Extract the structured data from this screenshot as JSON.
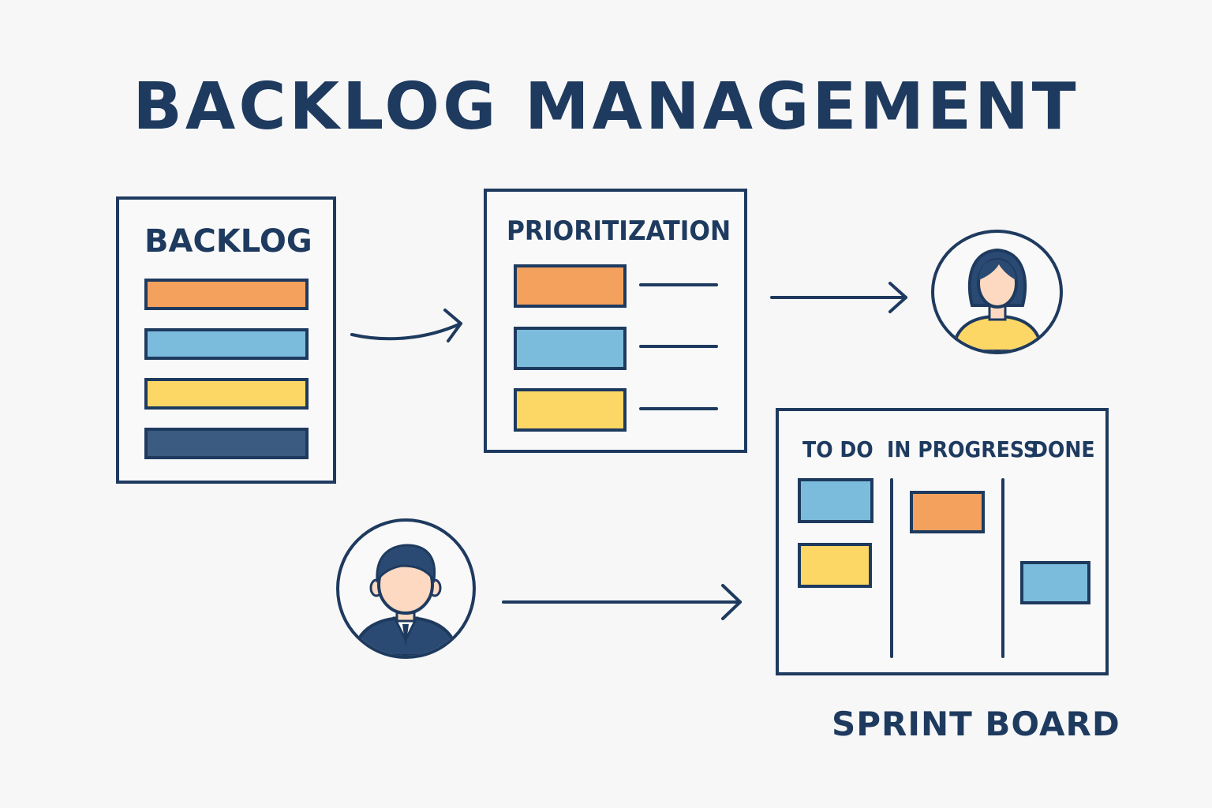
{
  "title": "BACKLOG MANAGEMENT",
  "backlog": {
    "label": "BACKLOG"
  },
  "prioritization": {
    "label": "PRIORITIZATION"
  },
  "sprint_board": {
    "columns": [
      "TO DO",
      "IN PROGRESS",
      "DONE"
    ],
    "caption": "SPRINT BOARD"
  },
  "colors": {
    "navy": "#1e3a5f",
    "orange": "#f4a15d",
    "blue": "#7bbcdc",
    "yellow": "#fcd766",
    "dark": "#3b5b80",
    "skin": "#fcd9c0",
    "hair": "#2a4a73"
  },
  "icons": [
    "woman-avatar-icon",
    "man-avatar-icon",
    "arrow-right-icon"
  ]
}
